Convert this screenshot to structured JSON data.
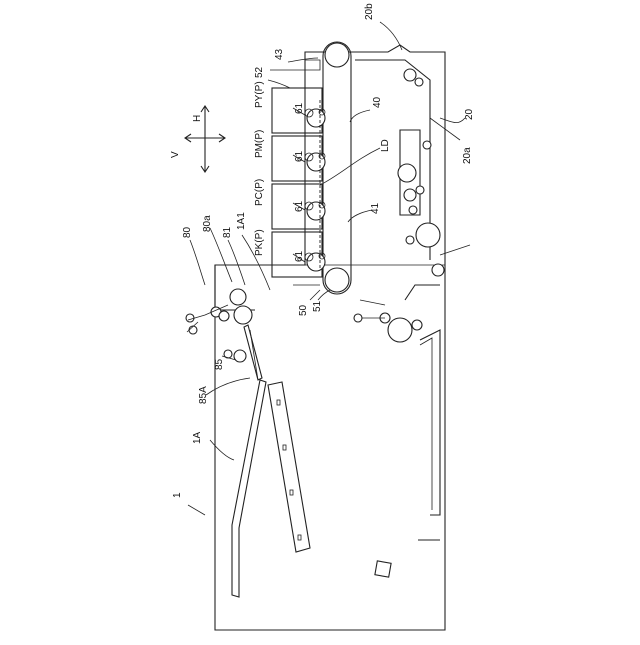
{
  "figure": {
    "line_color": "#222222",
    "background": "#ffffff",
    "orientation_note_labels": {
      "vertical": "V",
      "horizontal": "H"
    },
    "reference_labels": {
      "apparatus": "1",
      "housing": "1A",
      "housing_part": "1A1",
      "body": "20",
      "body_side": "20a",
      "body_top": "20b",
      "transfer_unit": "40",
      "belt": "41",
      "roller": "43",
      "image_forming": "50",
      "drum_unit": "51",
      "frame": "52",
      "exposure": "LD",
      "reader": "80",
      "reader_part": "80a",
      "reader_roller": "81",
      "guide": "85",
      "guide_part": "85A"
    },
    "cartridges": [
      {
        "label": "PY(P)",
        "sub": "61"
      },
      {
        "label": "PM(P)",
        "sub": "61"
      },
      {
        "label": "PC(P)",
        "sub": "61"
      },
      {
        "label": "PK(P)",
        "sub": "61"
      }
    ]
  }
}
